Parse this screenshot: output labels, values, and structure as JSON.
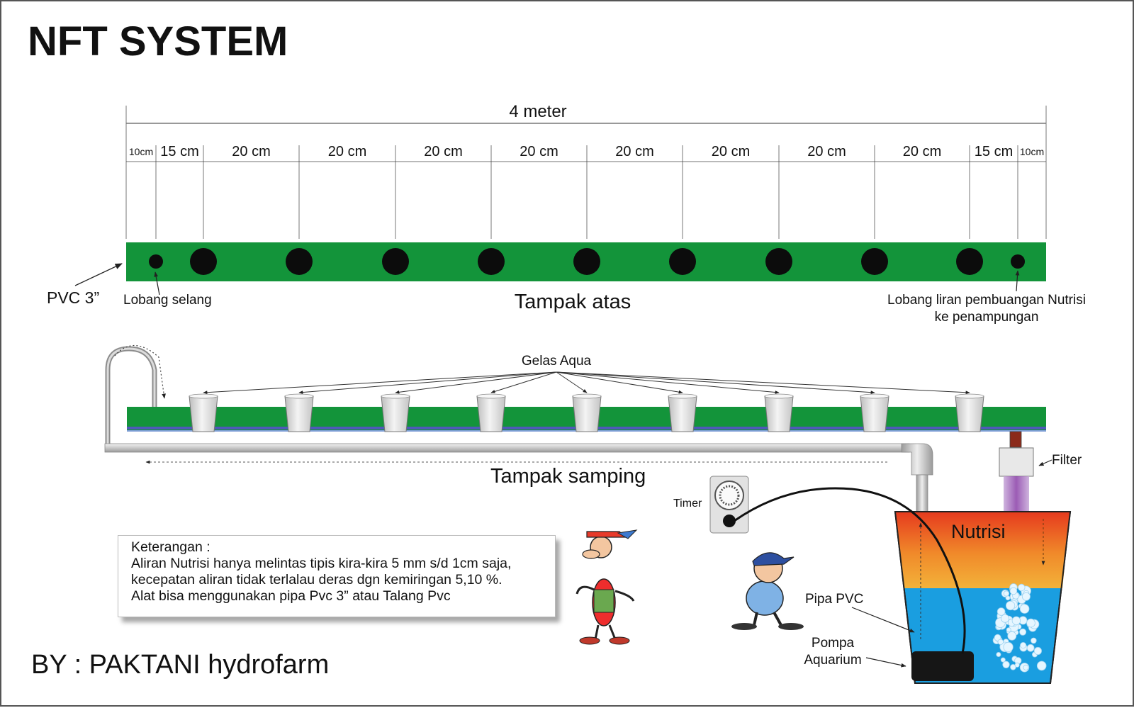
{
  "title": "NFT SYSTEM",
  "byline": "BY : PAKTANI hydrofarm",
  "top_view": {
    "total_length_label": "4 meter",
    "segments": [
      "10cm",
      "15 cm",
      "20 cm",
      "20 cm",
      "20 cm",
      "20 cm",
      "20 cm",
      "20 cm",
      "20 cm",
      "20 cm",
      "15 cm",
      "10cm"
    ],
    "pipe_label": "PVC 3”",
    "inlet_hole_label": "Lobang selang",
    "outlet_hole_label_line1": "Lobang liran pembuangan Nutrisi",
    "outlet_hole_label_line2": "ke penampungan",
    "view_label": "Tampak atas"
  },
  "side_view": {
    "cups_label": "Gelas Aqua",
    "view_label": "Tampak samping",
    "filter_label": "Filter",
    "timer_label": "Timer",
    "tank_label": "Nutrisi",
    "pvc_pipe_label": "Pipa PVC",
    "pump_label_line1": "Pompa",
    "pump_label_line2": "Aquarium"
  },
  "notes": {
    "heading": "Keterangan :",
    "line1": "Aliran Nutrisi hanya melintas tipis kira-kira 5 mm s/d 1cm saja,",
    "line2": "kecepatan aliran tidak terlalau deras dgn kemiringan 5,10 %.",
    "line3": "Alat bisa menggunakan pipa Pvc 3” atau Talang Pvc"
  },
  "colors": {
    "pipe_green": "#13943a",
    "hole": "#0c0c0c",
    "tank_top": "#e8401f",
    "tank_mid": "#f0a030",
    "water": "#1a9ee0"
  }
}
